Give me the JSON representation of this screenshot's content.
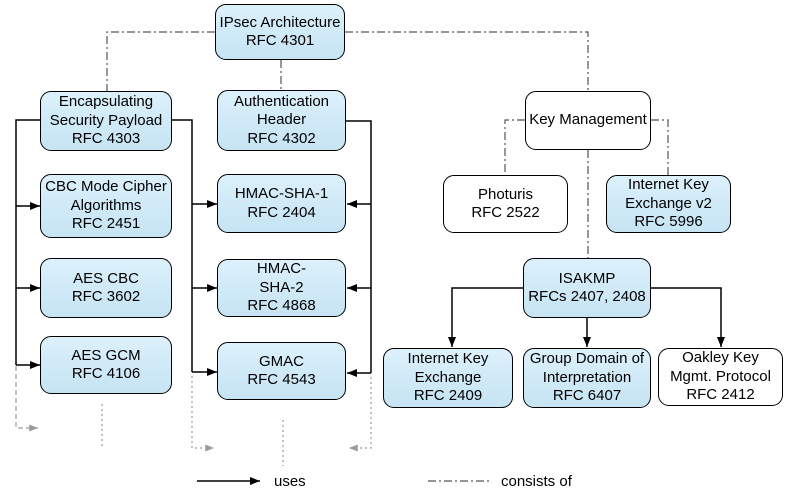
{
  "nodes": {
    "ipsec": {
      "lines": [
        "IPsec Architecture",
        "RFC 4301"
      ]
    },
    "esp": {
      "lines": [
        "Encapsulating",
        "Security Payload",
        "RFC 4303"
      ]
    },
    "cbc_mode": {
      "lines": [
        "CBC Mode Cipher",
        "Algorithms",
        "RFC 2451"
      ]
    },
    "aes_cbc": {
      "lines": [
        "AES CBC",
        "RFC 3602"
      ]
    },
    "aes_gcm": {
      "lines": [
        "AES GCM",
        "RFC 4106"
      ]
    },
    "ah": {
      "lines": [
        "Authentication",
        "Header",
        "RFC 4302"
      ]
    },
    "hmac_sha1": {
      "lines": [
        "HMAC-SHA-1",
        "RFC 2404"
      ]
    },
    "hmac_sha2": {
      "lines": [
        "HMAC-",
        "SHA-2",
        "RFC 4868"
      ]
    },
    "gmac": {
      "lines": [
        "GMAC",
        "RFC 4543"
      ]
    },
    "key_mgmt": {
      "lines": [
        "Key Management"
      ]
    },
    "photuris": {
      "lines": [
        "Photuris",
        "RFC 2522"
      ]
    },
    "ikev2": {
      "lines": [
        "Internet Key",
        "Exchange v2",
        "RFC 5996"
      ]
    },
    "isakmp": {
      "lines": [
        "ISAKMP",
        "RFCs 2407, 2408"
      ]
    },
    "ike": {
      "lines": [
        "Internet Key",
        "Exchange",
        "RFC 2409"
      ]
    },
    "gdoi": {
      "lines": [
        "Group Domain of",
        "Interpretation",
        "RFC 6407"
      ]
    },
    "oakley": {
      "lines": [
        "Oakley Key",
        "Mgmt. Protocol",
        "RFC 2412"
      ]
    }
  },
  "legend": {
    "uses": "uses",
    "consists_of": "consists of"
  },
  "colors": {
    "node_fill_blue": "#cfe9f7",
    "node_fill_white": "#ffffff",
    "node_border": "#000000",
    "uses_line": "#000000",
    "consists_of_line": "#555555",
    "continuation_line": "#9a9a9a"
  }
}
